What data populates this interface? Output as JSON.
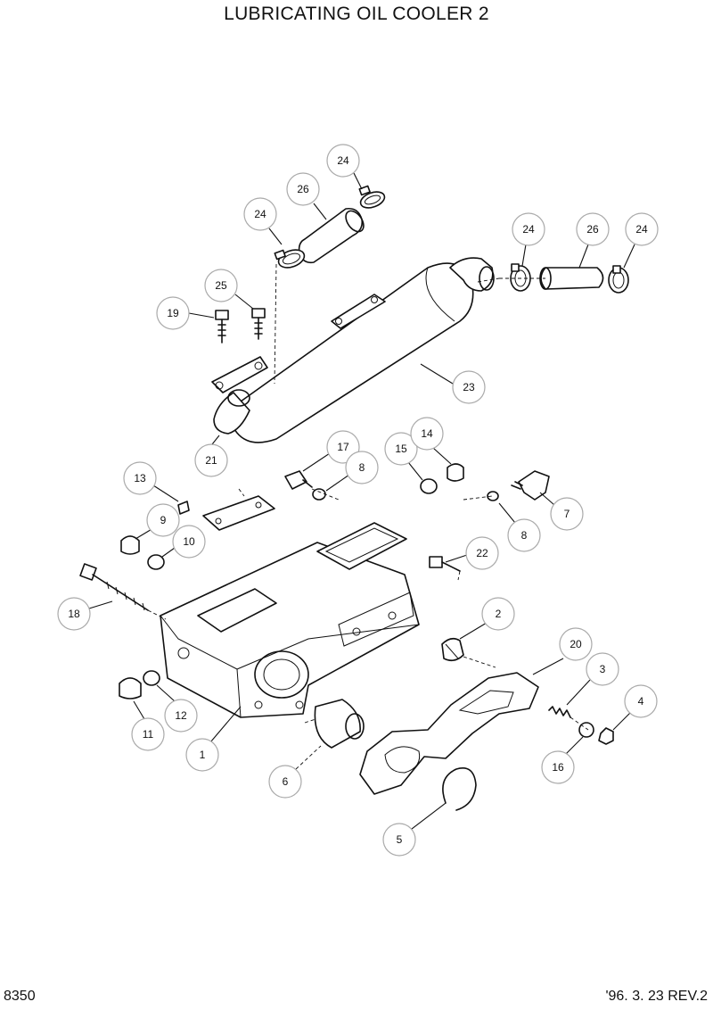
{
  "title": "LUBRICATING OIL COOLER 2",
  "footer": {
    "page_number": "8350",
    "revision": "'96. 3. 23 REV.2"
  },
  "callouts": [
    {
      "id": "c24a",
      "label": "24"
    },
    {
      "id": "c26a",
      "label": "26"
    },
    {
      "id": "c24b",
      "label": "24"
    },
    {
      "id": "c24c",
      "label": "24"
    },
    {
      "id": "c26b",
      "label": "26"
    },
    {
      "id": "c24d",
      "label": "24"
    },
    {
      "id": "c25",
      "label": "25"
    },
    {
      "id": "c19",
      "label": "19"
    },
    {
      "id": "c23",
      "label": "23"
    },
    {
      "id": "c21",
      "label": "21"
    },
    {
      "id": "c17",
      "label": "17"
    },
    {
      "id": "c8a",
      "label": "8"
    },
    {
      "id": "c15",
      "label": "15"
    },
    {
      "id": "c14",
      "label": "14"
    },
    {
      "id": "c13",
      "label": "13"
    },
    {
      "id": "c9",
      "label": "9"
    },
    {
      "id": "c10",
      "label": "10"
    },
    {
      "id": "c7",
      "label": "7"
    },
    {
      "id": "c8b",
      "label": "8"
    },
    {
      "id": "c22",
      "label": "22"
    },
    {
      "id": "c18",
      "label": "18"
    },
    {
      "id": "c2",
      "label": "2"
    },
    {
      "id": "c20",
      "label": "20"
    },
    {
      "id": "c3",
      "label": "3"
    },
    {
      "id": "c4",
      "label": "4"
    },
    {
      "id": "c12",
      "label": "12"
    },
    {
      "id": "c11",
      "label": "11"
    },
    {
      "id": "c1",
      "label": "1"
    },
    {
      "id": "c6",
      "label": "6"
    },
    {
      "id": "c16",
      "label": "16"
    },
    {
      "id": "c5",
      "label": "5"
    }
  ]
}
